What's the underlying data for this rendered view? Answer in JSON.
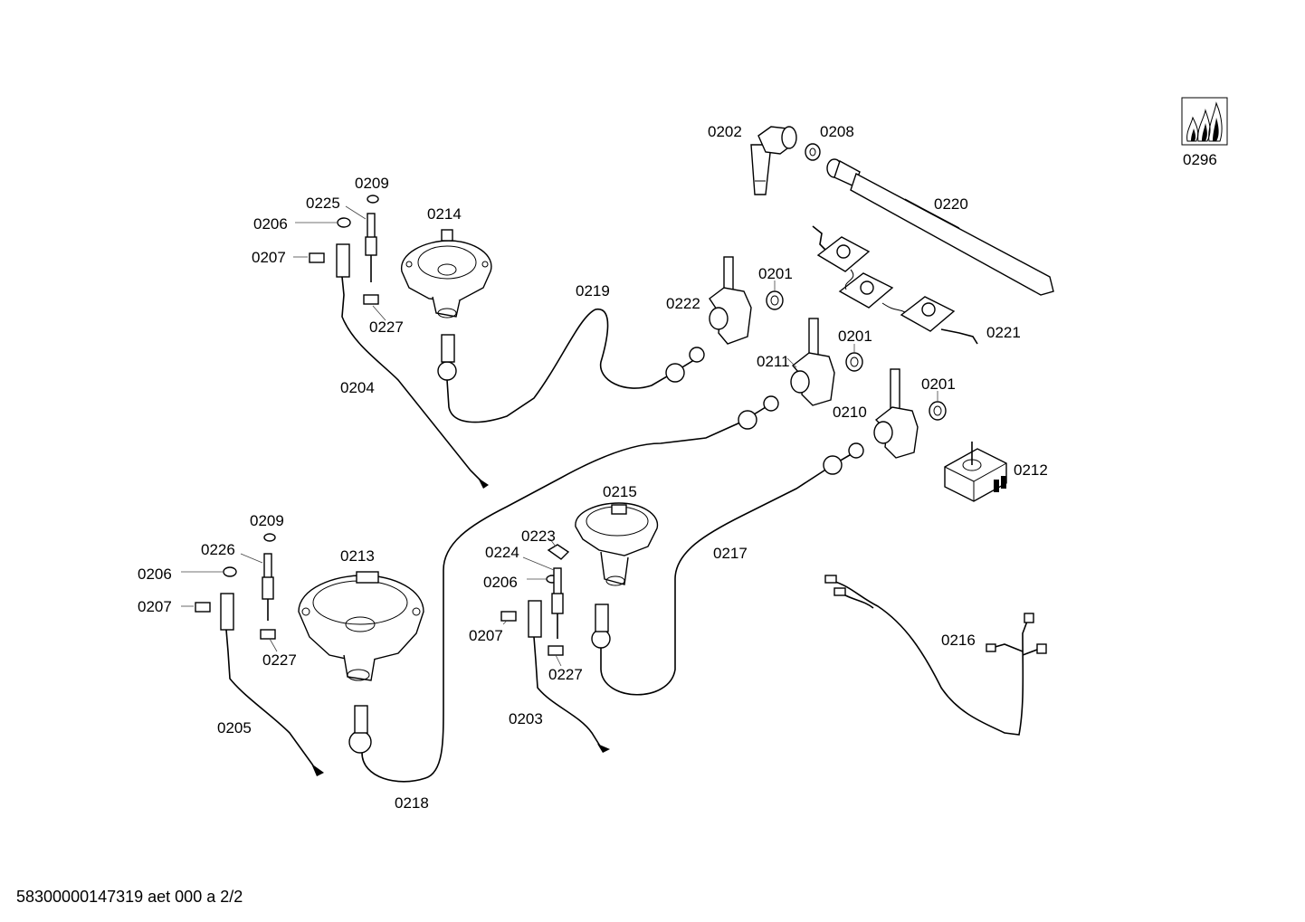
{
  "labels": {
    "l0202": "0202",
    "l0208": "0208",
    "l0296": "0296",
    "l0220": "0220",
    "l0221": "0221",
    "l0201a": "0201",
    "l0201b": "0201",
    "l0201c": "0201",
    "l0222": "0222",
    "l0211": "0211",
    "l0210": "0210",
    "l0212": "0212",
    "l0219": "0219",
    "l0214": "0214",
    "l0209a": "0209",
    "l0225": "0225",
    "l0206a": "0206",
    "l0207a": "0207",
    "l0227a": "0227",
    "l0204": "0204",
    "l0215": "0215",
    "l0217": "0217",
    "l0223": "0223",
    "l0224": "0224",
    "l0206c": "0206",
    "l0207c": "0207",
    "l0227c": "0227",
    "l0203": "0203",
    "l0209b": "0209",
    "l0226": "0226",
    "l0206b": "0206",
    "l0207b": "0207",
    "l0213": "0213",
    "l0227b": "0227",
    "l0205": "0205",
    "l0218": "0218",
    "l0216": "0216"
  },
  "footer": "58300000147319 aet 000 a 2/2"
}
